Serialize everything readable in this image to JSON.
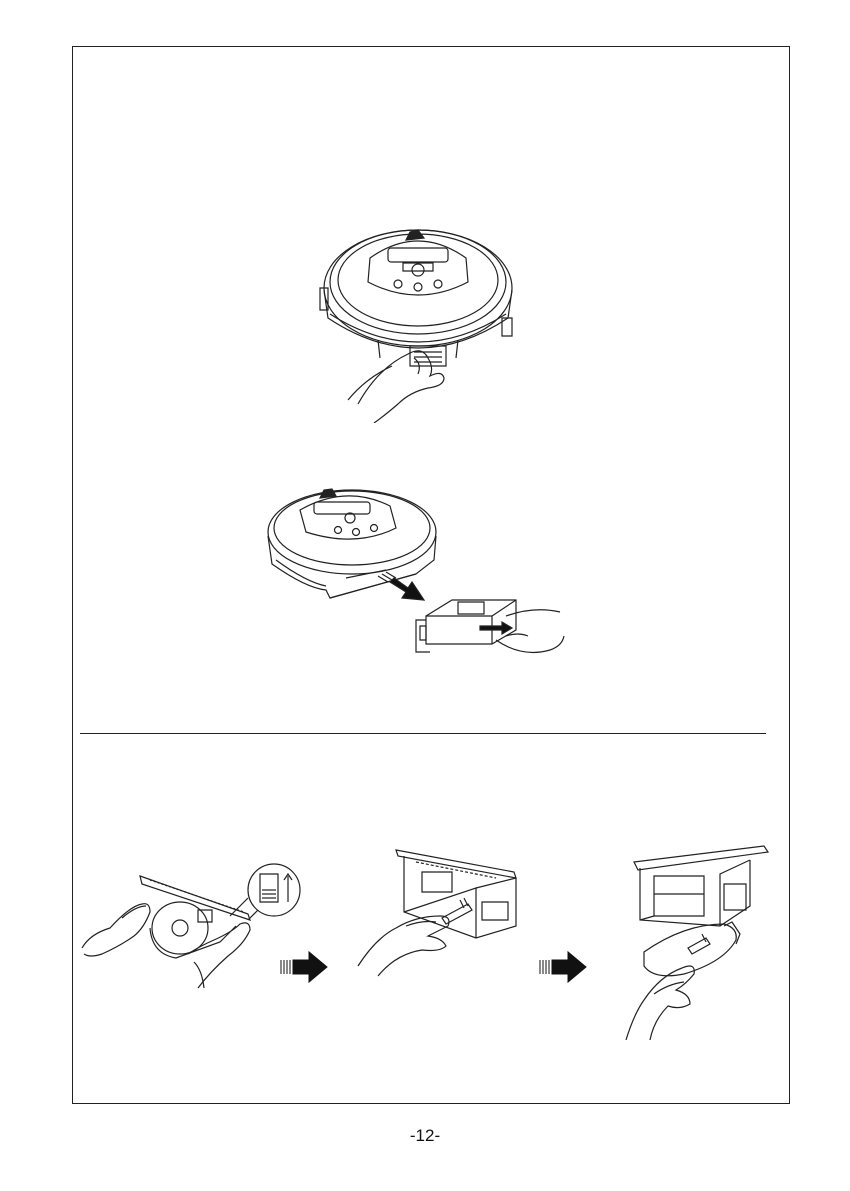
{
  "page": {
    "page_number": "-12-"
  },
  "figures": [
    {
      "name": "robot-handle-grip-illustration"
    },
    {
      "name": "dustbin-removal-illustration"
    },
    {
      "name": "filter-open-illustration"
    },
    {
      "name": "filter-brush-illustration"
    },
    {
      "name": "dustbin-brush-illustration"
    }
  ],
  "icons": {
    "step_arrow": "right-arrow-icon",
    "removal_arrow": "motion-arrow-icon"
  },
  "colors": {
    "line": "#222222",
    "arrow_fill": "#111111"
  }
}
